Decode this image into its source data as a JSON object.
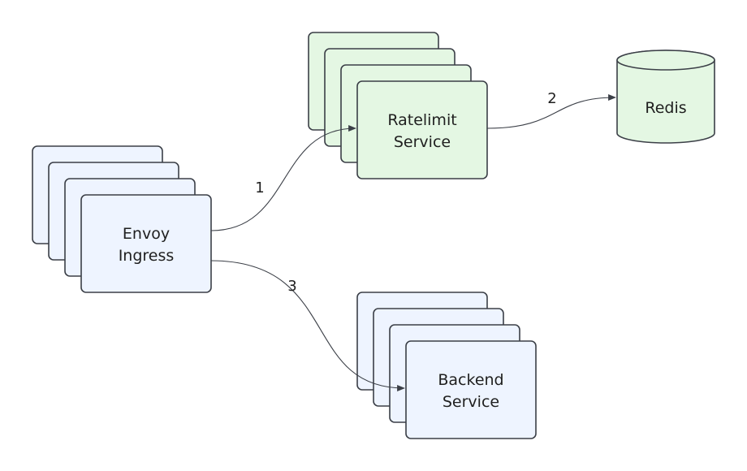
{
  "nodes": {
    "envoy": {
      "line1": "Envoy",
      "line2": "Ingress"
    },
    "ratelimit": {
      "line1": "Ratelimit",
      "line2": "Service"
    },
    "backend": {
      "line1": "Backend",
      "line2": "Service"
    },
    "redis": {
      "label": "Redis"
    }
  },
  "edges": {
    "envoy_to_ratelimit": {
      "label": "1"
    },
    "ratelimit_to_redis": {
      "label": "2"
    },
    "envoy_to_backend": {
      "label": "3"
    }
  },
  "colors": {
    "blue_fill": "#eef4ff",
    "green_fill": "#e4f7e3",
    "stroke": "#3b3f47"
  }
}
